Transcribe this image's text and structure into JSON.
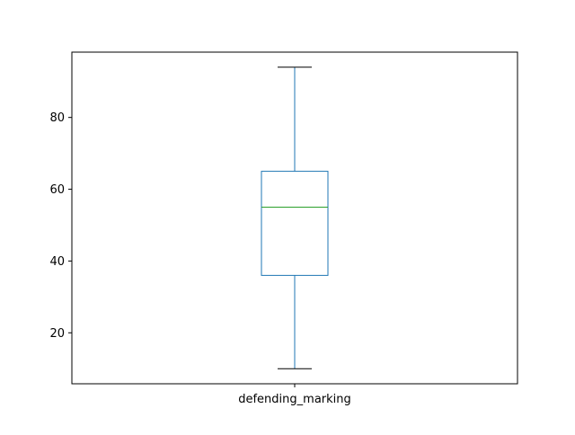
{
  "chart_data": {
    "type": "box",
    "title": "",
    "xlabel": "",
    "ylabel": "",
    "categories": [
      "defending_marking"
    ],
    "boxes": [
      {
        "label": "defending_marking",
        "whisker_low": 10,
        "q1": 36,
        "median": 55,
        "q3": 65,
        "whisker_high": 94
      }
    ],
    "ylim": [
      5.8,
      98.2
    ],
    "yticks": [
      20,
      40,
      60,
      80
    ],
    "grid": false,
    "legend": "none",
    "colors": {
      "box": "#1f77b4",
      "whisker": "#1f77b4",
      "cap": "#000000",
      "median": "#2ca02c",
      "axes": "#000000"
    }
  }
}
